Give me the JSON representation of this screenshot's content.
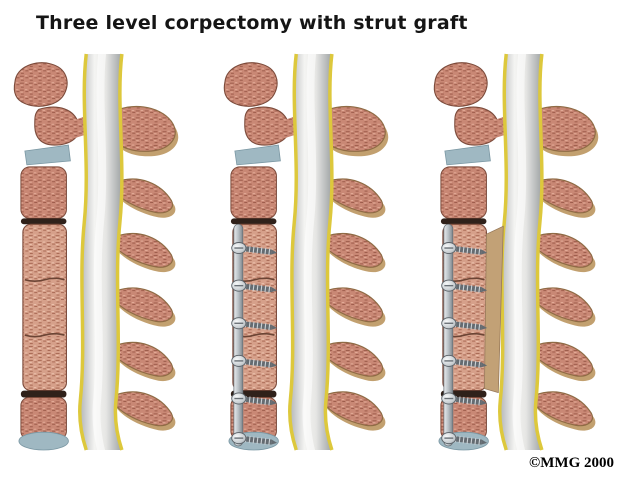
{
  "header": {
    "title": "Three level corpectomy with strut graft"
  },
  "footer": {
    "copyright": "©MMG 2000"
  },
  "figure": {
    "type": "medical-illustration",
    "panel_count": 3,
    "colors": {
      "background": "#ffffff",
      "bone": "#c98875",
      "graft": "#d6a08a",
      "spinal_cord": "#e9e9e7",
      "ligament_yellow": "#ddc83c",
      "disc_blue": "#9fb8c2",
      "metal_plate": "#b9c0c5",
      "dark_gap": "#2f211a"
    }
  }
}
